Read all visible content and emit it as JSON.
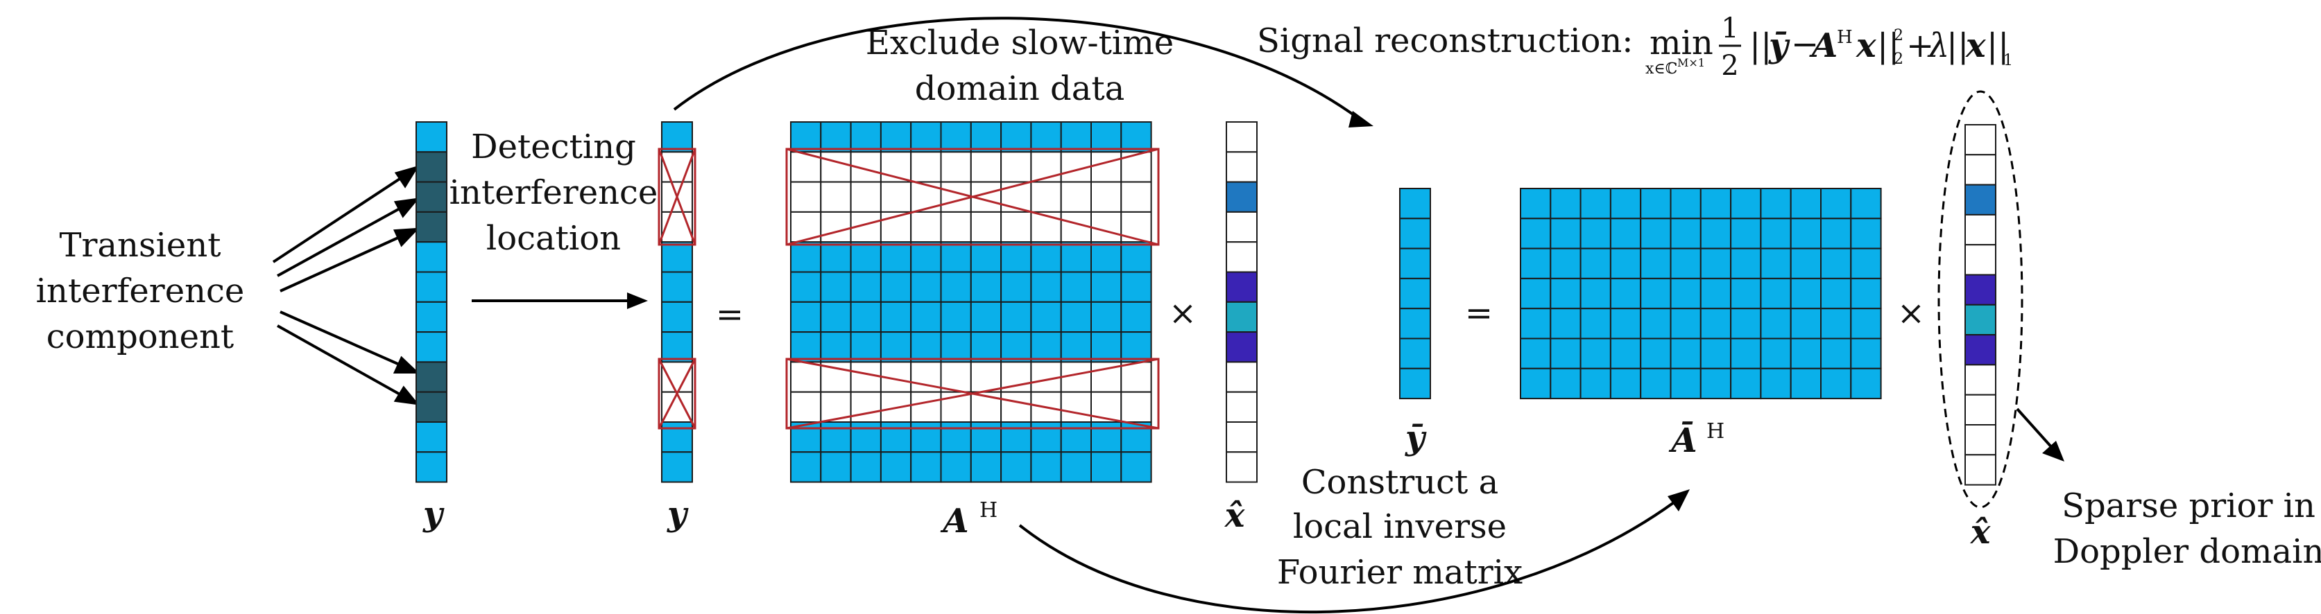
{
  "colors": {
    "blue": "#0ab0ea",
    "dark": "#265b6b",
    "mid_blue": "#1f78c1",
    "purple": "#3a23b4",
    "teal": "#1fa8c1",
    "cross": "#b3262b",
    "grid": "#1a1a1a"
  },
  "labels": {
    "transient": [
      "Transient",
      "interference",
      "component"
    ],
    "detecting": [
      "Detecting",
      "interference",
      "location"
    ],
    "exclude": [
      "Exclude slow-time",
      "domain data"
    ],
    "signal_prefix": "Signal reconstruction:",
    "construct": [
      "Construct a",
      "local inverse",
      "Fourier matrix"
    ],
    "sparse": [
      "Sparse prior in",
      "Doppler domain"
    ]
  },
  "math": {
    "min_op": "min",
    "min_sub": "x∈ℂ",
    "min_sub_exp": "M×1",
    "half_num": "1",
    "half_den": "2",
    "norm_open": "||",
    "y_bar": "ȳ",
    "minus": "−",
    "A": "A",
    "H": "H",
    "x": "x",
    "norm_close": "||",
    "sub2": "2",
    "sup2": "2",
    "plus": "+",
    "lambda": "λ",
    "sub1": "1"
  },
  "symbols": {
    "y": "y",
    "y2": "y",
    "AH": "A",
    "AH_sup": "H",
    "x_hat": "x̂",
    "y_bar": "ȳ",
    "A_bar": "Ā",
    "A_bar_sup": "H",
    "x_hat2": "x̂",
    "eq1": "=",
    "times1": "×",
    "eq2": "=",
    "times2": "×"
  }
}
